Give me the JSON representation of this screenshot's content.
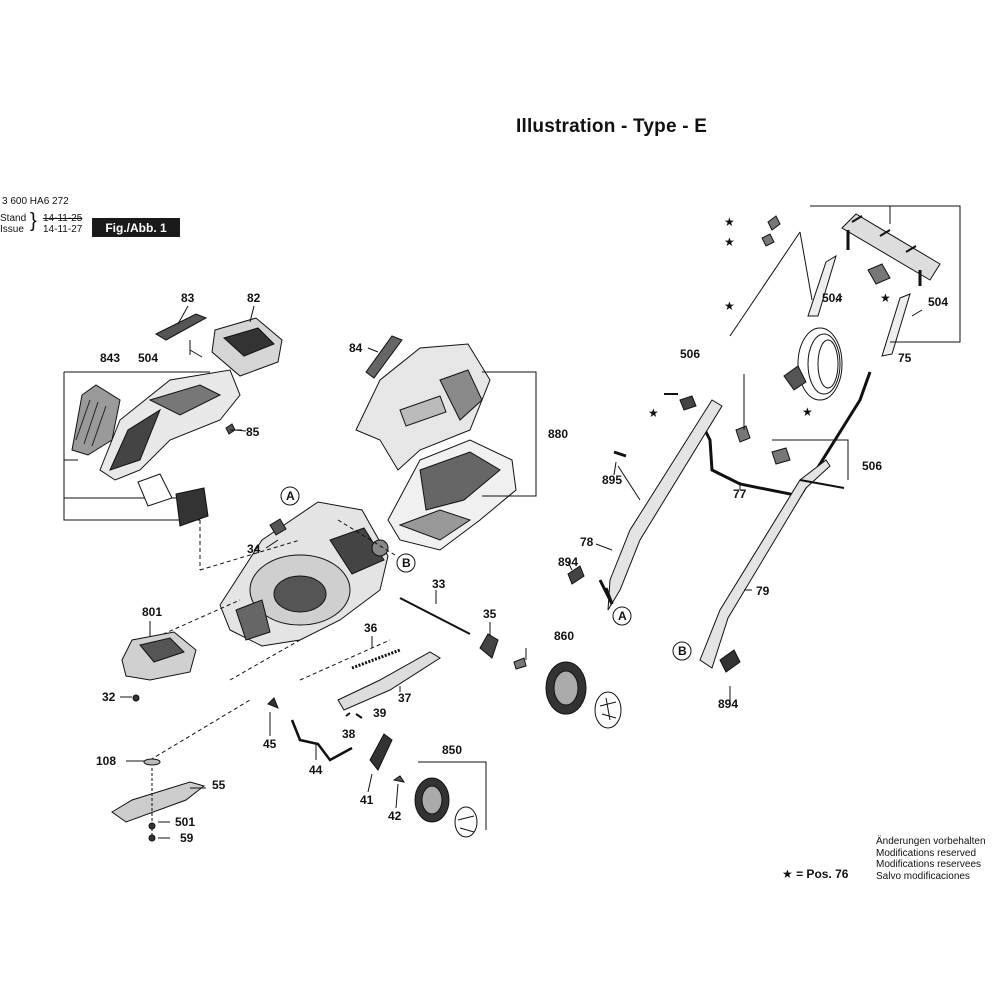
{
  "header": {
    "title": "Illustration - Type - E",
    "part_number": "3 600 HA6 272",
    "stand_label": "Stand",
    "issue_label": "Issue",
    "stand_date": "14-11-25",
    "issue_date": "14-11-27",
    "figure_label": "Fig./Abb. 1"
  },
  "legend": {
    "star_note": "★ = Pos. 76",
    "modifications": [
      "Änderungen vorbehalten",
      "Modifications reserved",
      "Modifications reservees",
      "Salvo modificaciones"
    ]
  },
  "parts": {
    "p83": "83",
    "p82": "82",
    "p843": "843",
    "p504a": "504",
    "p85": "85",
    "p84": "84",
    "p880": "880",
    "pA1": "A",
    "pB1": "B",
    "p34": "34",
    "p801": "801",
    "p32": "32",
    "p33": "33",
    "p35": "35",
    "p36": "36",
    "p37": "37",
    "p39": "39",
    "p38": "38",
    "p45": "45",
    "p44": "44",
    "p108": "108",
    "p55": "55",
    "p501": "501",
    "p59": "59",
    "p41": "41",
    "p42": "42",
    "p850": "850",
    "p860": "860",
    "p506a": "506",
    "p895": "895",
    "p78": "78",
    "p894a": "894",
    "pA2": "A",
    "p77": "77",
    "p506b": "506",
    "p79": "79",
    "pB2": "B",
    "p894b": "894",
    "p504b": "504",
    "p504c": "504",
    "p75": "75"
  },
  "colors": {
    "ink": "#111111",
    "shade": "#555555",
    "light": "#cfcfcf"
  }
}
